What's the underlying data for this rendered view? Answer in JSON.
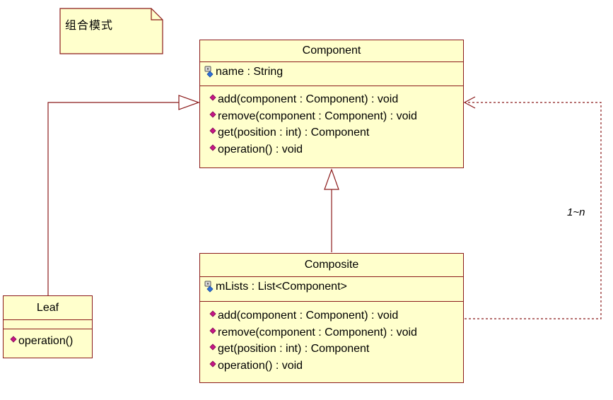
{
  "note": {
    "text": "组合模式"
  },
  "classes": {
    "component": {
      "name": "Component",
      "attributes": [
        {
          "text": "name : String",
          "icon": "protected-attribute-icon"
        }
      ],
      "operations": [
        {
          "text": "add(component : Component) : void",
          "icon": "public-operation-icon"
        },
        {
          "text": "remove(component : Component) : void",
          "icon": "public-operation-icon"
        },
        {
          "text": "get(position : int) : Component",
          "icon": "public-operation-icon"
        },
        {
          "text": "operation() : void",
          "icon": "public-operation-icon"
        }
      ]
    },
    "composite": {
      "name": "Composite",
      "attributes": [
        {
          "text": "mLists : List<Component>",
          "icon": "protected-attribute-icon"
        }
      ],
      "operations": [
        {
          "text": "add(component : Component) : void",
          "icon": "public-operation-icon"
        },
        {
          "text": "remove(component : Component) : void",
          "icon": "public-operation-icon"
        },
        {
          "text": "get(position : int) : Component",
          "icon": "public-operation-icon"
        },
        {
          "text": "operation() : void",
          "icon": "public-operation-icon"
        }
      ]
    },
    "leaf": {
      "name": "Leaf",
      "attributes": [],
      "operations": [
        {
          "text": "operation()",
          "icon": "public-operation-icon"
        }
      ]
    }
  },
  "relations": {
    "composite_to_component_multiplicity": "1~n"
  },
  "colors": {
    "class_fill": "#ffffcc",
    "class_border": "#8b1a1a",
    "operation_icon": "#c71585",
    "attribute_icon": "#2e6fd8"
  }
}
